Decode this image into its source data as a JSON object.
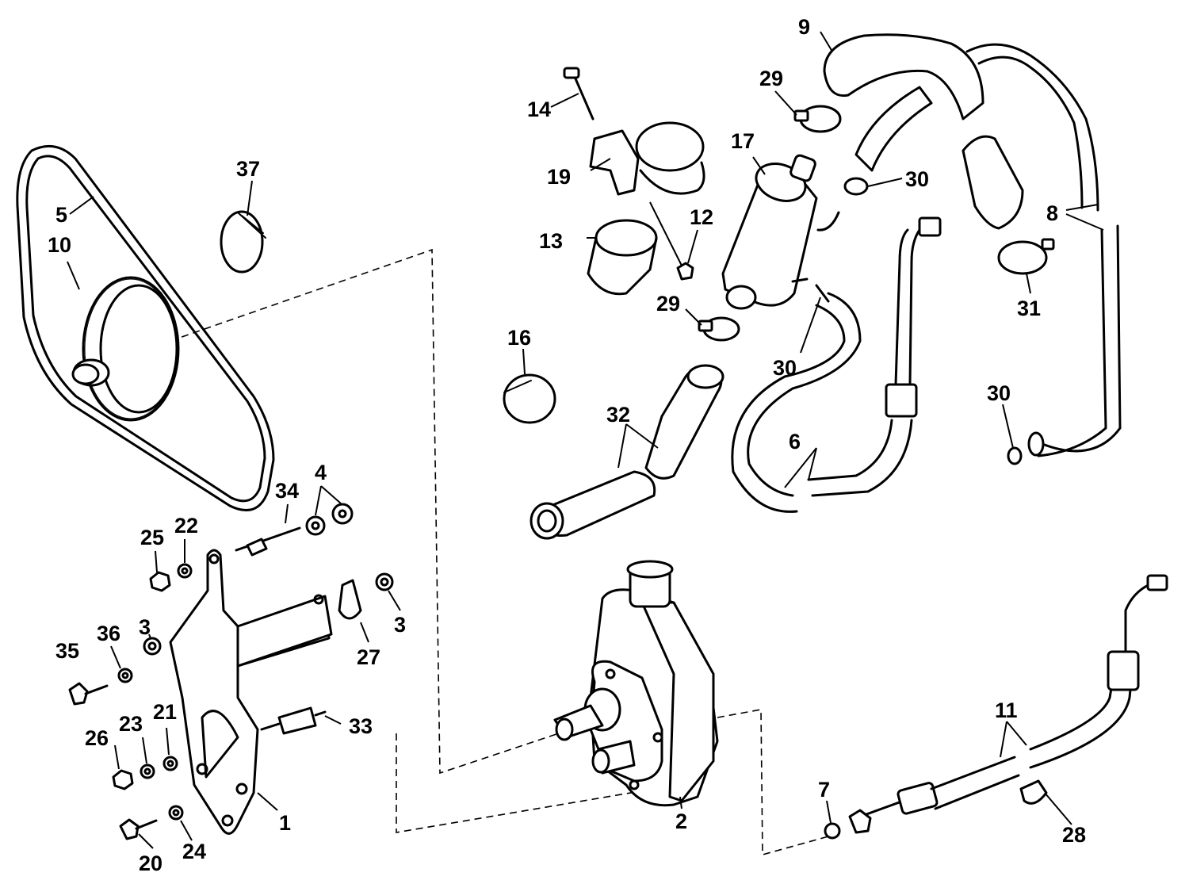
{
  "labels": {
    "l1": "1",
    "l2": "2",
    "l3a": "3",
    "l3b": "3",
    "l4": "4",
    "l5": "5",
    "l6": "6",
    "l7": "7",
    "l8": "8",
    "l9": "9",
    "l10": "10",
    "l11": "11",
    "l12": "12",
    "l13": "13",
    "l14": "14",
    "l16": "16",
    "l17": "17",
    "l19": "19",
    "l20": "20",
    "l21": "21",
    "l22": "22",
    "l23": "23",
    "l24": "24",
    "l25": "25",
    "l26": "26",
    "l27": "27",
    "l28": "28",
    "l29a": "29",
    "l29b": "29",
    "l30a": "30",
    "l30b": "30",
    "l30c": "30",
    "l31": "31",
    "l32": "32",
    "l33": "33",
    "l34": "34",
    "l35": "35",
    "l36": "36",
    "l37": "37"
  },
  "colors": {
    "ink": "#000000",
    "paper": "#ffffff"
  }
}
